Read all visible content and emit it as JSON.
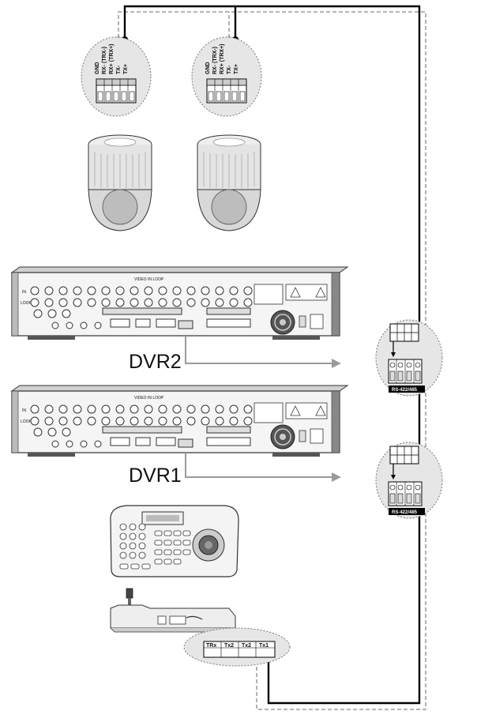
{
  "camera_left": {
    "terminal_labels": [
      "GND",
      "RX- (TRX-)",
      "RX+ (TRX+)",
      "TX-",
      "TX+"
    ]
  },
  "camera_right": {
    "terminal_labels": [
      "GND",
      "RX- (TRX-)",
      "RX+ (TRX+)",
      "TX-",
      "TX+"
    ]
  },
  "dvr2": {
    "label": "DVR2",
    "panel_text": "VIDEO IN  LOOP",
    "row_in": "IN",
    "row_loop": "LOOP"
  },
  "dvr1": {
    "label": "DVR1",
    "panel_text": "VIDEO IN  LOOP",
    "row_in": "IN",
    "row_loop": "LOOP"
  },
  "rs485_top": {
    "label": "RS-422/485"
  },
  "rs485_bottom": {
    "label": "RS-422/485"
  },
  "keyboard_terminal": {
    "labels": [
      "TRx",
      "Tx2",
      "Tx2",
      "Tx1"
    ]
  },
  "colors": {
    "solid_wire": "#000000",
    "dashed_wire": "#888888",
    "arrow": "#9a9a9a",
    "bubble_fill": "#e6e6e6",
    "bubble_stroke": "#777777",
    "device_fill": "#f2f2f2"
  }
}
